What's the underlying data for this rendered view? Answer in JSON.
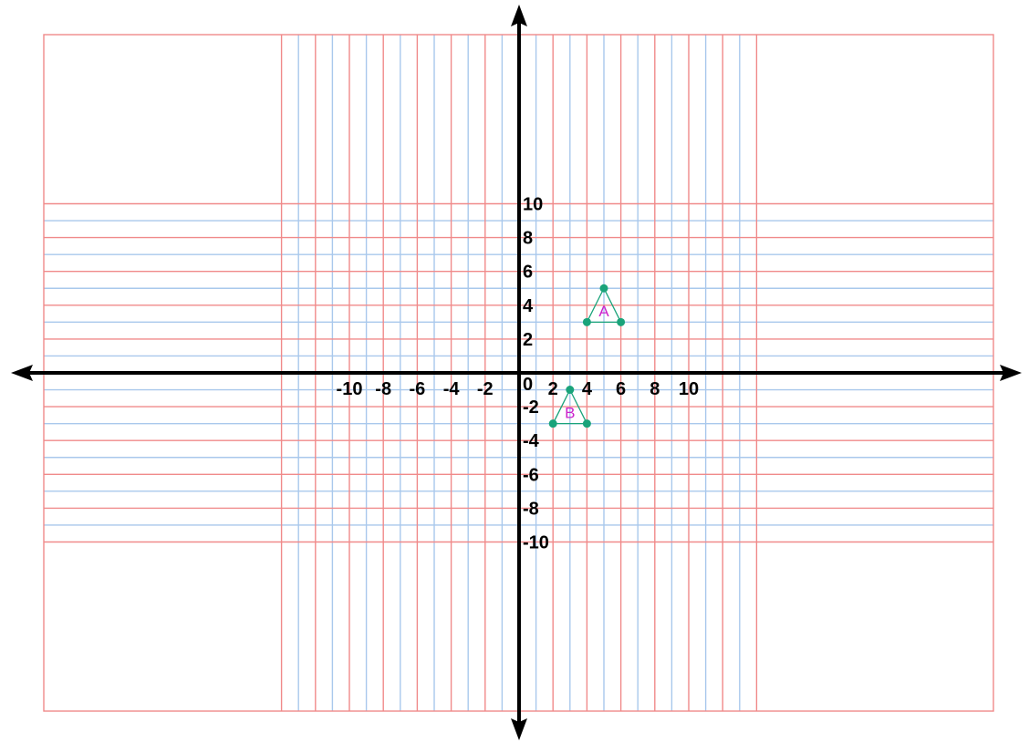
{
  "chart_data": {
    "type": "scatter",
    "title": "",
    "xlabel": "",
    "ylabel": "",
    "xlim": [
      -14,
      14
    ],
    "ylim": [
      -10,
      10
    ],
    "grid": true,
    "x_tick_labels": [
      "-10",
      "-8",
      "-6",
      "-4",
      "-2",
      "2",
      "4",
      "6",
      "8",
      "10"
    ],
    "y_tick_labels": [
      "10",
      "8",
      "6",
      "4",
      "2",
      "-2",
      "-4",
      "-6",
      "-8",
      "-10"
    ],
    "origin_label": "0",
    "shapes": [
      {
        "label": "A",
        "vertices": [
          [
            5,
            5
          ],
          [
            4,
            3
          ],
          [
            6,
            3
          ]
        ]
      },
      {
        "label": "B",
        "vertices": [
          [
            3,
            -1
          ],
          [
            2,
            -3
          ],
          [
            4,
            -3
          ]
        ]
      }
    ]
  },
  "colors": {
    "major_grid": "#f08a8a",
    "minor_grid": "#a9c8ec",
    "axis": "#000000",
    "shape": "#1aa37a",
    "label": "#cc22cc"
  }
}
